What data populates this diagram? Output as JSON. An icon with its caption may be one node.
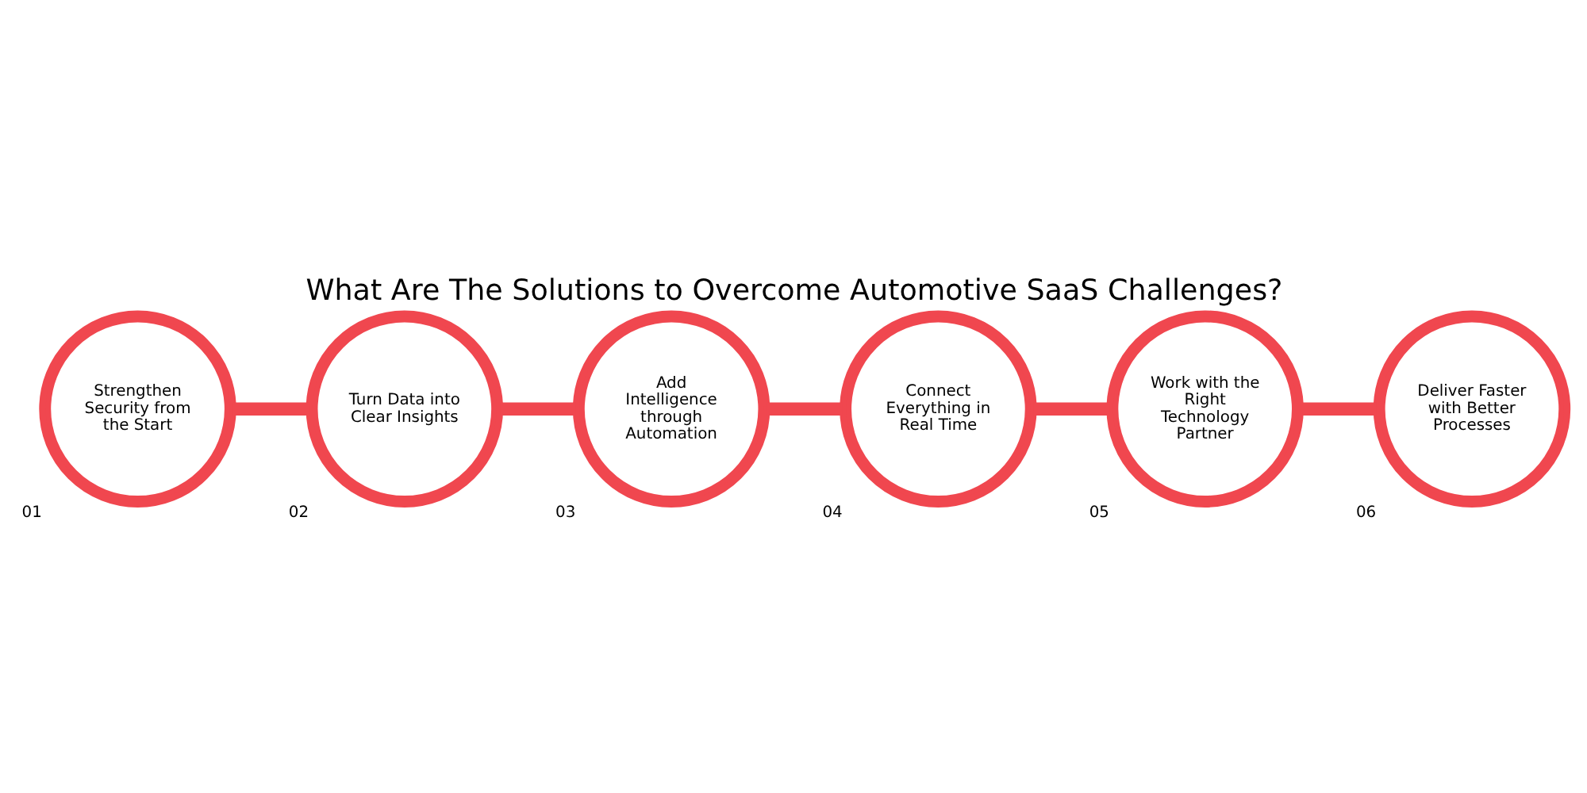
{
  "diagram": {
    "title": "What Are The Solutions to Overcome Automotive SaaS Challenges?",
    "nodes": [
      {
        "text": [
          "Strengthen Security from the Start"
        ],
        "beside": [
          "01"
        ]
      },
      {
        "text": [
          "Turn Data into Clear Insights"
        ],
        "beside": [
          "02"
        ]
      },
      {
        "text": [
          "Add Intelligence through Automation"
        ],
        "beside": [
          "03"
        ]
      },
      {
        "text": [
          "Connect Everything in Real Time"
        ],
        "beside": [
          "04"
        ]
      },
      {
        "text": [
          "Work with the Right Technology Partner"
        ],
        "beside": [
          "05"
        ]
      },
      {
        "text": [
          "Deliver Faster with Better Processes"
        ],
        "beside": [
          "06"
        ]
      }
    ],
    "edges": [
      {
        "from": 0,
        "to": 1,
        "arrow": "none"
      },
      {
        "from": 1,
        "to": 2,
        "arrow": "none"
      },
      {
        "from": 2,
        "to": 3,
        "arrow": "none"
      },
      {
        "from": 3,
        "to": 4,
        "arrow": "none"
      },
      {
        "from": 4,
        "to": 5,
        "arrow": "none"
      }
    ]
  }
}
